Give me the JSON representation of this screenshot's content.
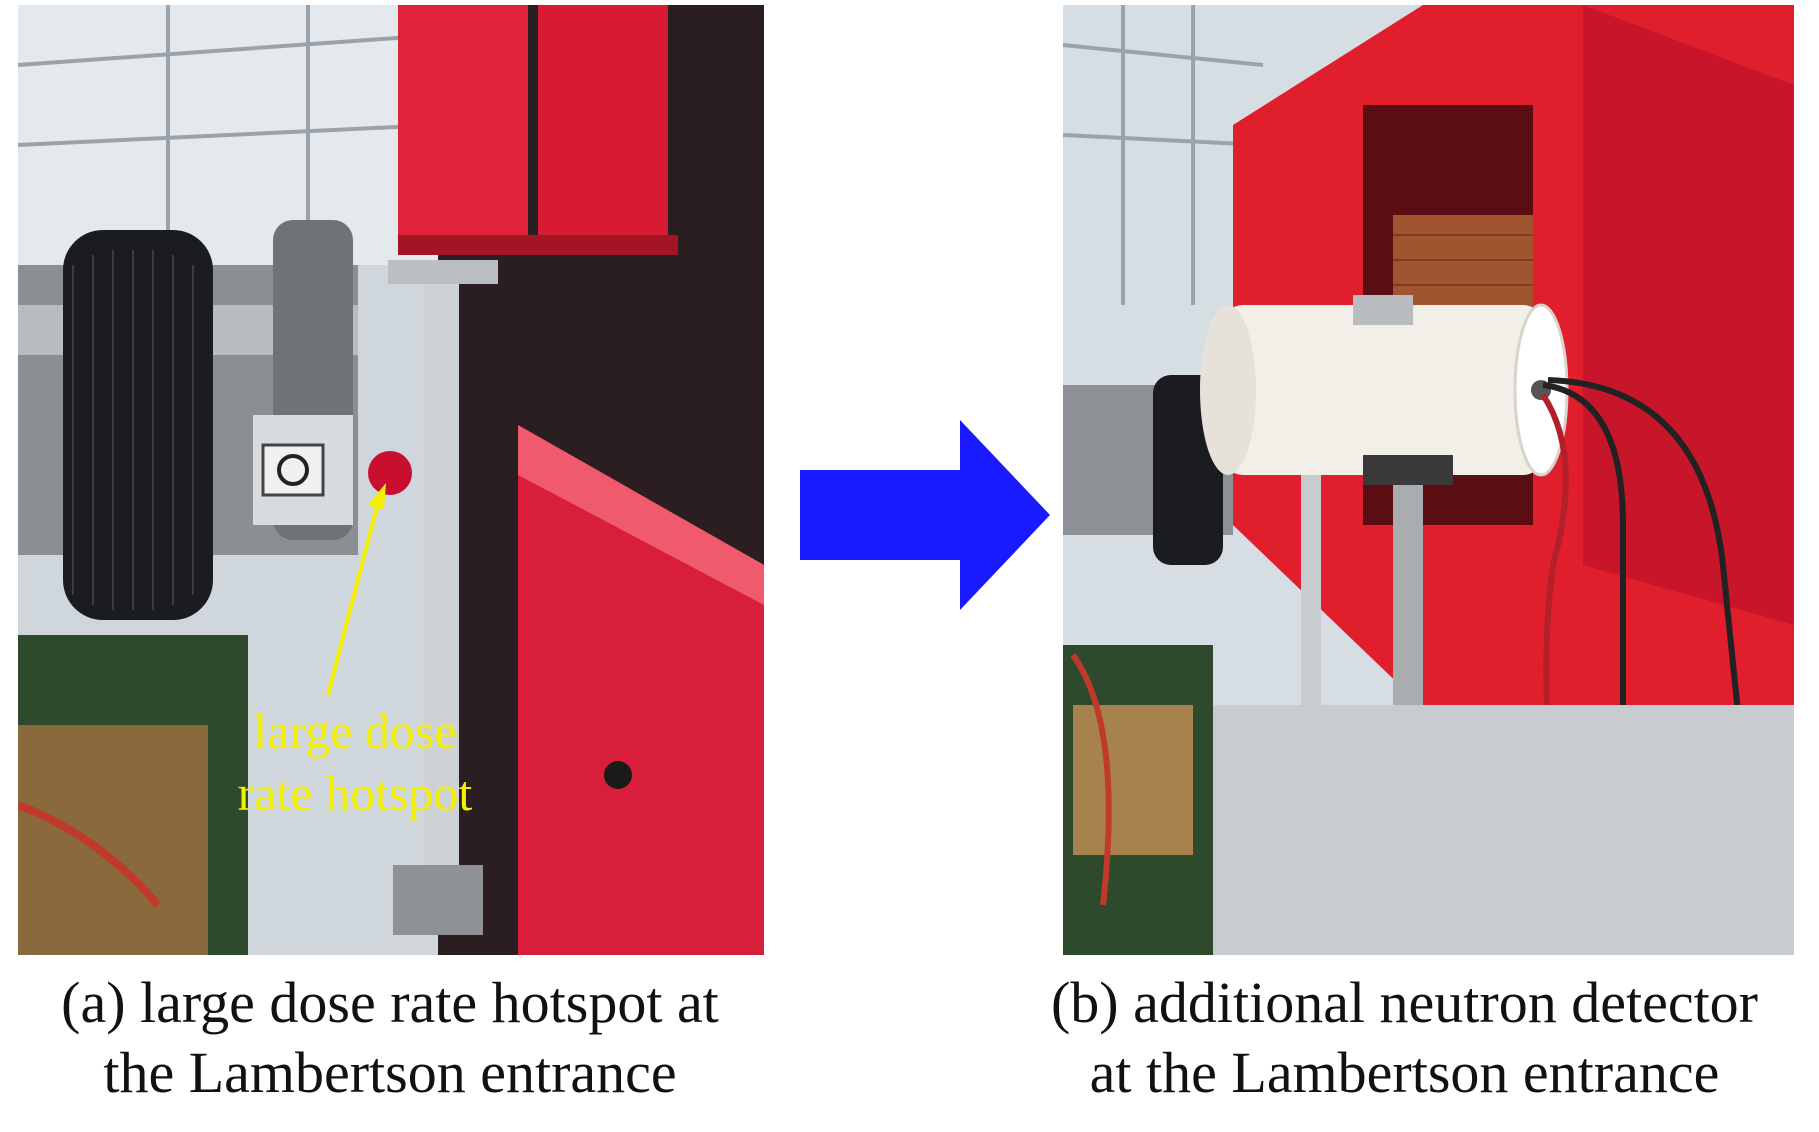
{
  "panel_a": {
    "annotation_line1": "large dose",
    "annotation_line2": "rate hotspot",
    "caption_line1": "(a) large dose rate hotspot at",
    "caption_line2": "the Lambertson entrance"
  },
  "panel_b": {
    "caption_line1": "(b) additional neutron detector",
    "caption_line2": "at the Lambertson entrance"
  },
  "colors": {
    "arrow": "#1a1aff",
    "annotation": "#f4f000",
    "magnet_red": "#e01e2c",
    "hotspot_red": "#c8102e"
  }
}
